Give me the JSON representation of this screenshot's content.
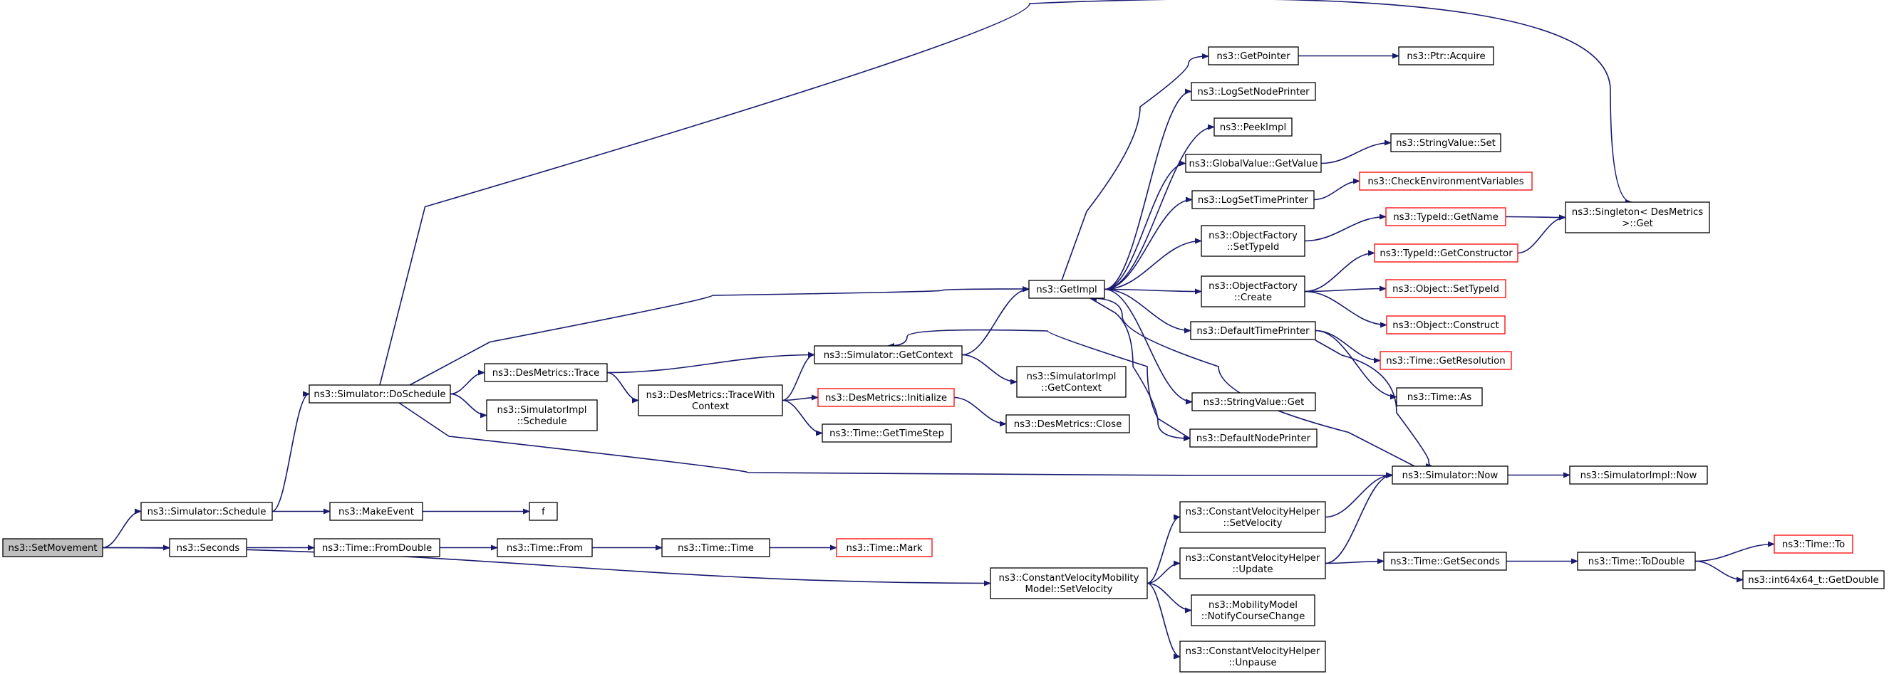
{
  "graph": {
    "edge_color": "#191970",
    "node_fill": "#ffffff",
    "root_fill": "#bfbfbf",
    "incomplete_border_color": "#ff0000",
    "nodes": [
      {
        "id": "setmovement",
        "lines": [
          "ns3::SetMovement"
        ],
        "style": "root"
      },
      {
        "id": "schedule",
        "lines": [
          "ns3::Simulator::Schedule"
        ]
      },
      {
        "id": "seconds",
        "lines": [
          "ns3::Seconds"
        ]
      },
      {
        "id": "setvelocity",
        "lines": [
          "ns3::ConstantVelocityMobility",
          "Model::SetVelocity"
        ]
      },
      {
        "id": "doschedule",
        "lines": [
          "ns3::Simulator::DoSchedule"
        ]
      },
      {
        "id": "makeevent",
        "lines": [
          "ns3::MakeEvent"
        ]
      },
      {
        "id": "f",
        "lines": [
          "f"
        ]
      },
      {
        "id": "fromdouble",
        "lines": [
          "ns3::Time::FromDouble"
        ]
      },
      {
        "id": "from",
        "lines": [
          "ns3::Time::From"
        ]
      },
      {
        "id": "time",
        "lines": [
          "ns3::Time::Time"
        ]
      },
      {
        "id": "mark",
        "lines": [
          "ns3::Time::Mark"
        ],
        "style": "red"
      },
      {
        "id": "trace",
        "lines": [
          "ns3::DesMetrics::Trace"
        ]
      },
      {
        "id": "simimplschedule",
        "lines": [
          "ns3::SimulatorImpl",
          "::Schedule"
        ]
      },
      {
        "id": "tracewithcontext",
        "lines": [
          "ns3::DesMetrics::TraceWith",
          "Context"
        ]
      },
      {
        "id": "getcontext",
        "lines": [
          "ns3::Simulator::GetContext"
        ]
      },
      {
        "id": "initialize",
        "lines": [
          "ns3::DesMetrics::Initialize"
        ],
        "style": "red"
      },
      {
        "id": "gettimestep",
        "lines": [
          "ns3::Time::GetTimeStep"
        ]
      },
      {
        "id": "simimplgetcontext",
        "lines": [
          "ns3::SimulatorImpl",
          "::GetContext"
        ]
      },
      {
        "id": "close",
        "lines": [
          "ns3::DesMetrics::Close"
        ]
      },
      {
        "id": "getimpl",
        "lines": [
          "ns3::GetImpl"
        ]
      },
      {
        "id": "getpointer",
        "lines": [
          "ns3::GetPointer"
        ]
      },
      {
        "id": "logsetnodeprinter",
        "lines": [
          "ns3::LogSetNodePrinter"
        ]
      },
      {
        "id": "peekimpl",
        "lines": [
          "ns3::PeekImpl"
        ]
      },
      {
        "id": "globalvalue",
        "lines": [
          "ns3::GlobalValue::GetValue"
        ]
      },
      {
        "id": "logsettimeprinter",
        "lines": [
          "ns3::LogSetTimePrinter"
        ]
      },
      {
        "id": "settypeid",
        "lines": [
          "ns3::ObjectFactory",
          "::SetTypeId"
        ]
      },
      {
        "id": "create",
        "lines": [
          "ns3::ObjectFactory",
          "::Create"
        ]
      },
      {
        "id": "defaulttimeprinter",
        "lines": [
          "ns3::DefaultTimePrinter"
        ]
      },
      {
        "id": "stringget",
        "lines": [
          "ns3::StringValue::Get"
        ]
      },
      {
        "id": "defaultnodeprinter",
        "lines": [
          "ns3::DefaultNodePrinter"
        ]
      },
      {
        "id": "ptracquire",
        "lines": [
          "ns3::Ptr::Acquire"
        ]
      },
      {
        "id": "stringset",
        "lines": [
          "ns3::StringValue::Set"
        ]
      },
      {
        "id": "checkenv",
        "lines": [
          "ns3::CheckEnvironmentVariables"
        ],
        "style": "red"
      },
      {
        "id": "typeidgetname",
        "lines": [
          "ns3::TypeId::GetName"
        ],
        "style": "red"
      },
      {
        "id": "typeidgetconstructor",
        "lines": [
          "ns3::TypeId::GetConstructor"
        ],
        "style": "red"
      },
      {
        "id": "objectsettypeid",
        "lines": [
          "ns3::Object::SetTypeId"
        ],
        "style": "red"
      },
      {
        "id": "objectconstruct",
        "lines": [
          "ns3::Object::Construct"
        ],
        "style": "red"
      },
      {
        "id": "getresolution",
        "lines": [
          "ns3::Time::GetResolution"
        ],
        "style": "red"
      },
      {
        "id": "timeas",
        "lines": [
          "ns3::Time::As"
        ]
      },
      {
        "id": "singleton",
        "lines": [
          "ns3::Singleton< DesMetrics",
          " >::Get"
        ]
      },
      {
        "id": "now",
        "lines": [
          "ns3::Simulator::Now"
        ]
      },
      {
        "id": "implnow",
        "lines": [
          "ns3::SimulatorImpl::Now"
        ]
      },
      {
        "id": "cvhsetvelocity",
        "lines": [
          "ns3::ConstantVelocityHelper",
          "::SetVelocity"
        ]
      },
      {
        "id": "cvhupdate",
        "lines": [
          "ns3::ConstantVelocityHelper",
          "::Update"
        ]
      },
      {
        "id": "notifycourse",
        "lines": [
          "ns3::MobilityModel",
          "::NotifyCourseChange"
        ]
      },
      {
        "id": "cvhunpause",
        "lines": [
          "ns3::ConstantVelocityHelper",
          "::Unpause"
        ]
      },
      {
        "id": "getseconds",
        "lines": [
          "ns3::Time::GetSeconds"
        ]
      },
      {
        "id": "todouble",
        "lines": [
          "ns3::Time::ToDouble"
        ]
      },
      {
        "id": "timeto",
        "lines": [
          "ns3::Time::To"
        ],
        "style": "red"
      },
      {
        "id": "int64x64",
        "lines": [
          "ns3::int64x64_t::GetDouble"
        ]
      }
    ],
    "edges": [
      [
        "setmovement",
        "schedule"
      ],
      [
        "setmovement",
        "seconds"
      ],
      [
        "setmovement",
        "setvelocity"
      ],
      [
        "schedule",
        "doschedule"
      ],
      [
        "schedule",
        "makeevent"
      ],
      [
        "makeevent",
        "f"
      ],
      [
        "seconds",
        "fromdouble"
      ],
      [
        "fromdouble",
        "from"
      ],
      [
        "from",
        "time"
      ],
      [
        "time",
        "mark"
      ],
      [
        "doschedule",
        "singleton"
      ],
      [
        "doschedule",
        "getimpl"
      ],
      [
        "doschedule",
        "trace"
      ],
      [
        "doschedule",
        "simimplschedule"
      ],
      [
        "doschedule",
        "now"
      ],
      [
        "trace",
        "getcontext"
      ],
      [
        "trace",
        "tracewithcontext"
      ],
      [
        "tracewithcontext",
        "getcontext"
      ],
      [
        "tracewithcontext",
        "initialize"
      ],
      [
        "tracewithcontext",
        "gettimestep"
      ],
      [
        "initialize",
        "close"
      ],
      [
        "getcontext",
        "getimpl"
      ],
      [
        "getcontext",
        "simimplgetcontext"
      ],
      [
        "getimpl",
        "getpointer"
      ],
      [
        "getimpl",
        "logsetnodeprinter"
      ],
      [
        "getimpl",
        "peekimpl"
      ],
      [
        "getimpl",
        "globalvalue"
      ],
      [
        "getimpl",
        "logsettimeprinter"
      ],
      [
        "getimpl",
        "settypeid"
      ],
      [
        "getimpl",
        "create"
      ],
      [
        "getimpl",
        "defaulttimeprinter"
      ],
      [
        "getimpl",
        "stringget"
      ],
      [
        "getimpl",
        "defaultnodeprinter"
      ],
      [
        "defaultnodeprinter",
        "getcontext"
      ],
      [
        "now",
        "getimpl"
      ],
      [
        "getpointer",
        "ptracquire"
      ],
      [
        "globalvalue",
        "stringset"
      ],
      [
        "logsettimeprinter",
        "checkenv"
      ],
      [
        "settypeid",
        "typeidgetname"
      ],
      [
        "typeidgetname",
        "singleton"
      ],
      [
        "create",
        "typeidgetconstructor"
      ],
      [
        "typeidgetconstructor",
        "singleton"
      ],
      [
        "create",
        "objectsettypeid"
      ],
      [
        "create",
        "objectconstruct"
      ],
      [
        "defaulttimeprinter",
        "getresolution"
      ],
      [
        "defaulttimeprinter",
        "timeas"
      ],
      [
        "defaulttimeprinter",
        "now"
      ],
      [
        "now",
        "implnow"
      ],
      [
        "setvelocity",
        "cvhsetvelocity"
      ],
      [
        "setvelocity",
        "cvhupdate"
      ],
      [
        "setvelocity",
        "notifycourse"
      ],
      [
        "setvelocity",
        "cvhunpause"
      ],
      [
        "cvhsetvelocity",
        "now"
      ],
      [
        "cvhupdate",
        "now"
      ],
      [
        "cvhupdate",
        "getseconds"
      ],
      [
        "getseconds",
        "todouble"
      ],
      [
        "todouble",
        "timeto"
      ],
      [
        "todouble",
        "int64x64"
      ]
    ]
  }
}
